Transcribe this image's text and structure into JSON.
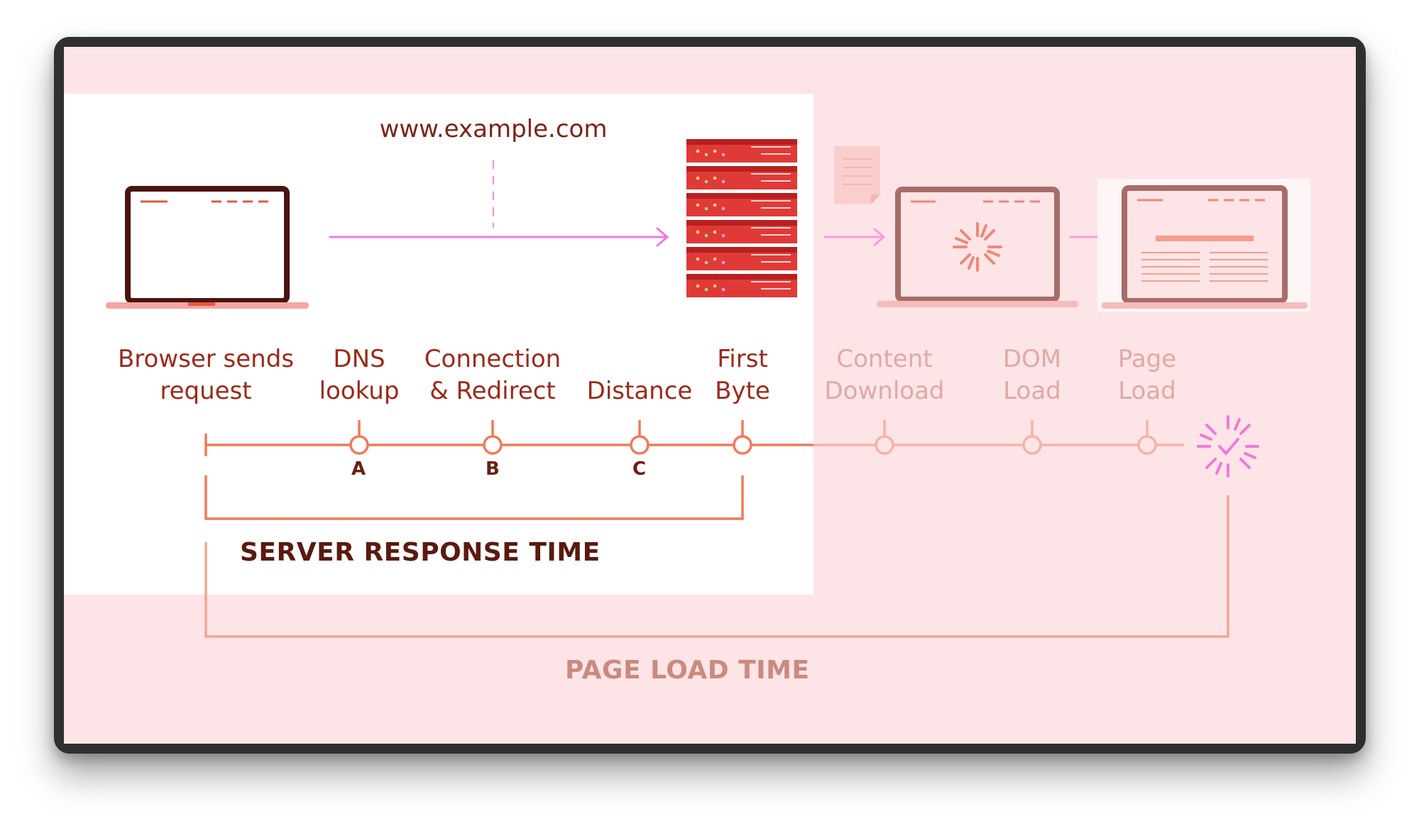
{
  "url": "www.example.com",
  "stages": [
    {
      "name": "browser",
      "label_line1": "Browser sends",
      "label_line2": "request"
    },
    {
      "name": "dns",
      "label_line1": "DNS",
      "label_line2": "lookup",
      "marker": "A"
    },
    {
      "name": "connection",
      "label_line1": "Connection",
      "label_line2": "& Redirect",
      "marker": "B"
    },
    {
      "name": "distance",
      "label_line1": "Distance",
      "marker": "C"
    },
    {
      "name": "first-byte",
      "label_line1": "First",
      "label_line2": "Byte"
    },
    {
      "name": "content-download",
      "label_line1": "Content",
      "label_line2": "Download"
    },
    {
      "name": "dom-load",
      "label_line1": "DOM",
      "label_line2": "Load"
    },
    {
      "name": "page-load",
      "label_line1": "Page",
      "label_line2": "Load"
    }
  ],
  "spans": {
    "server_response": "SERVER RESPONSE TIME",
    "page_load": "PAGE LOAD TIME"
  },
  "icons": {
    "client": "laptop-icon",
    "server": "server-rack-icon",
    "document": "document-icon",
    "loading": "loading-spinner-icon",
    "loaded_page": "loaded-page-laptop-icon",
    "done": "check-icon"
  },
  "colors": {
    "screen_bg": "#fde4e7",
    "timeline": "#f07a5a",
    "dark_text": "#6a1f12",
    "label_text": "#9b2a1a",
    "faded_text": "#e0a9a4",
    "arrow": "#f27ad8",
    "server": "#e03a38"
  }
}
